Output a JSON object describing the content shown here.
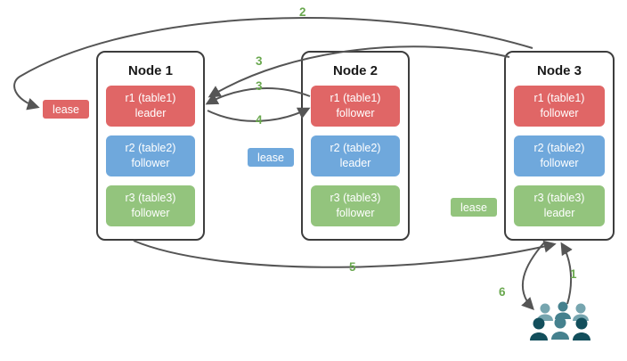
{
  "nodes": [
    {
      "title": "Node 1",
      "replicas": [
        {
          "name": "r1 (table1)",
          "role": "leader",
          "color": "red"
        },
        {
          "name": "r2 (table2)",
          "role": "follower",
          "color": "blue"
        },
        {
          "name": "r3 (table3)",
          "role": "follower",
          "color": "green"
        }
      ]
    },
    {
      "title": "Node 2",
      "replicas": [
        {
          "name": "r1 (table1)",
          "role": "follower",
          "color": "red"
        },
        {
          "name": "r2 (table2)",
          "role": "leader",
          "color": "blue"
        },
        {
          "name": "r3 (table3)",
          "role": "follower",
          "color": "green"
        }
      ]
    },
    {
      "title": "Node 3",
      "replicas": [
        {
          "name": "r1 (table1)",
          "role": "follower",
          "color": "red"
        },
        {
          "name": "r2 (table2)",
          "role": "follower",
          "color": "blue"
        },
        {
          "name": "r3 (table3)",
          "role": "leader",
          "color": "green"
        }
      ]
    }
  ],
  "leases": {
    "red": {
      "label": "lease"
    },
    "blue": {
      "label": "lease"
    },
    "green": {
      "label": "lease"
    }
  },
  "arrow_labels": {
    "step1": "1",
    "step2": "2",
    "step3_long": "3",
    "step3_short": "3",
    "step4": "4",
    "step5": "5",
    "step6": "6"
  },
  "colors": {
    "red": "#e06666",
    "blue": "#6fa8dc",
    "green": "#93c47d",
    "label-green": "#6aa84f",
    "arrow": "#555555",
    "node-border": "#3d3d3d",
    "teal-light": "#76a5af",
    "teal": "#45818e",
    "teal-dark": "#134f5c"
  }
}
